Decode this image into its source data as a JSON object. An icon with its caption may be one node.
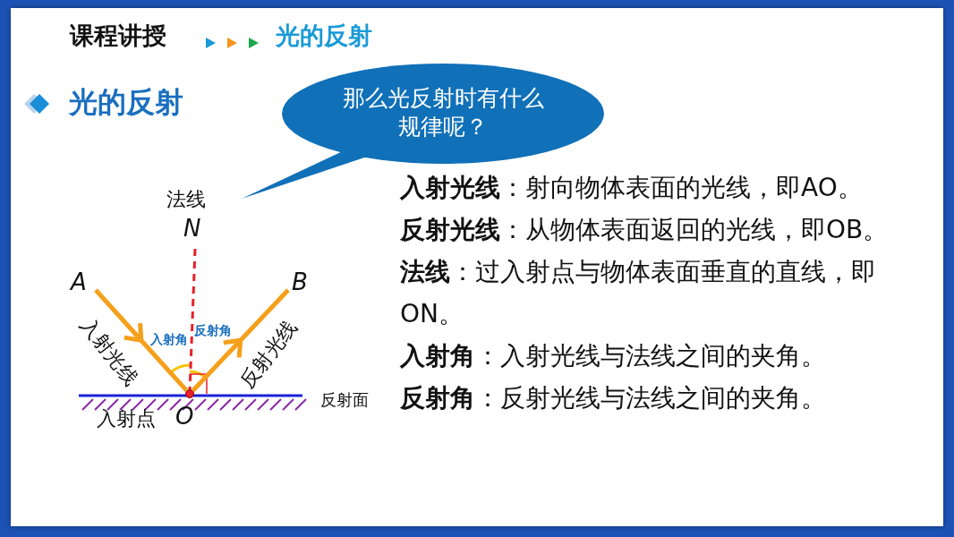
{
  "diagram": {
    "nodes": [
      {
        "text": [
          "那么光反射时有什么规律呢？"
        ]
      },
      {
        "text": [
          "A"
        ]
      },
      {
        "text": [
          "B"
        ]
      },
      {
        "text": [
          "N"
        ],
        "beside": [
          "法线"
        ]
      },
      {
        "text": [],
        "shape": "circle"
      }
    ],
    "edges": [
      {
        "from": 1,
        "to": 4,
        "arrow": "to"
      },
      {
        "from": 4,
        "to": 2,
        "arrow": "to"
      },
      {
        "from": 3,
        "to": 4,
        "arrow": "none",
        "style": "dashed",
        "color": "#e8202a"
      }
    ],
    "labels": [
      "课程讲授",
      "光的反射",
      "光的反射",
      "入射角",
      "反射角",
      "入射光线",
      "反射光线",
      "反射面",
      "入射点",
      "O",
      "**入射光线**：射向物体表面的光线，即AO。",
      "**反射光线**：从物体表面返回的光线，即OB。",
      "**法线**：过入射点与物体表面垂直的直线，即ON。",
      "**入射角**：入射光线与法线之间的夹角。",
      "**反射角**：反射光线与法线之间的夹角。"
    ]
  }
}
